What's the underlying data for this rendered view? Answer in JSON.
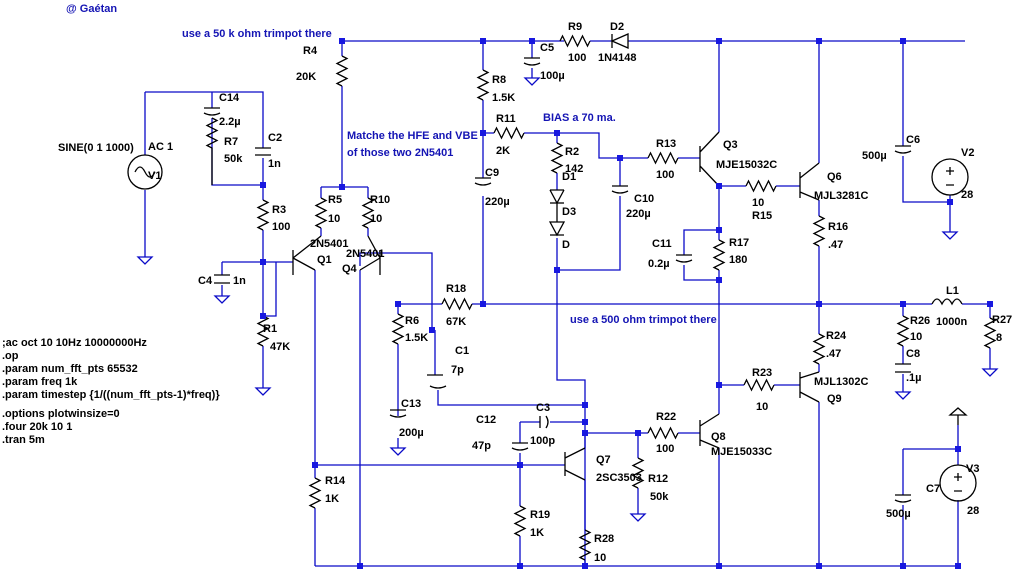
{
  "author": "@ Gaétan",
  "notes": {
    "r4_note": "use a 50 k ohm trimpot there",
    "match_line1": "Matche the HFE and  VBE",
    "match_line2": "of those two 2N5401",
    "bias_note": "BIAS a 70 ma.",
    "r18_note": "use a  500 ohm trimpot there"
  },
  "spice_directives": [
    ";ac oct 10 10Hz 10000000Hz",
    ".op",
    ".param num_fft_pts 65532",
    ".param freq 1k",
    ".param timestep {1/((num_fft_pts-1)*freq)}",
    ".options plotwinsize=0",
    ".four 20k 10 1",
    ".tran 5m"
  ],
  "sources": {
    "ac1": {
      "name": "AC 1",
      "ref": "V1",
      "value": "SINE(0 1 1000)"
    },
    "v2": {
      "ref": "V2",
      "value": "28"
    },
    "v3": {
      "ref": "V3",
      "value": "28"
    }
  },
  "resistors": [
    {
      "ref": "R1",
      "value": "47K"
    },
    {
      "ref": "R2",
      "value": "142"
    },
    {
      "ref": "R3",
      "value": "100"
    },
    {
      "ref": "R4",
      "value": "20K"
    },
    {
      "ref": "R5",
      "value": "10"
    },
    {
      "ref": "R6",
      "value": "1.5K"
    },
    {
      "ref": "R7",
      "value": "50k"
    },
    {
      "ref": "R8",
      "value": "1.5K"
    },
    {
      "ref": "R9",
      "value": "100"
    },
    {
      "ref": "R10",
      "value": "10"
    },
    {
      "ref": "R11",
      "value": "2K"
    },
    {
      "ref": "R12",
      "value": "50k"
    },
    {
      "ref": "R13",
      "value": "100"
    },
    {
      "ref": "R14",
      "value": "1K"
    },
    {
      "ref": "R15",
      "value": "10"
    },
    {
      "ref": "R16",
      "value": ".47"
    },
    {
      "ref": "R17",
      "value": "180"
    },
    {
      "ref": "R18",
      "value": "67K"
    },
    {
      "ref": "R19",
      "value": "1K"
    },
    {
      "ref": "R22",
      "value": "100"
    },
    {
      "ref": "R23",
      "value": "10"
    },
    {
      "ref": "R24",
      "value": ".47"
    },
    {
      "ref": "R26",
      "value": "10"
    },
    {
      "ref": "R27",
      "value": "8"
    },
    {
      "ref": "R28",
      "value": "10"
    }
  ],
  "capacitors": [
    {
      "ref": "C1",
      "value": "7p"
    },
    {
      "ref": "C2",
      "value": "1n"
    },
    {
      "ref": "C3",
      "value": "100p"
    },
    {
      "ref": "C4",
      "value": "1n"
    },
    {
      "ref": "C5",
      "value": "100µ"
    },
    {
      "ref": "C6",
      "value": "500µ"
    },
    {
      "ref": "C7",
      "value": "500µ"
    },
    {
      "ref": "C8",
      "value": ".1µ"
    },
    {
      "ref": "C9",
      "value": "220µ"
    },
    {
      "ref": "C10",
      "value": "220µ"
    },
    {
      "ref": "C11",
      "value": "0.2µ"
    },
    {
      "ref": "C12",
      "value": "47p"
    },
    {
      "ref": "C13",
      "value": "200µ"
    },
    {
      "ref": "C14",
      "value": "2.2µ"
    }
  ],
  "inductors": [
    {
      "ref": "L1",
      "value": "1000n"
    }
  ],
  "diodes": [
    {
      "ref": "D1",
      "value": ""
    },
    {
      "ref": "D2",
      "value": "1N4148"
    },
    {
      "ref": "D3",
      "value": ""
    },
    {
      "ref": "D",
      "value": ""
    }
  ],
  "transistors": [
    {
      "ref": "Q1",
      "model": "2N5401"
    },
    {
      "ref": "Q3",
      "model": "MJE15032C"
    },
    {
      "ref": "Q4",
      "model": "2N5401"
    },
    {
      "ref": "Q6",
      "model": "MJL3281C"
    },
    {
      "ref": "Q7",
      "model": "2SC3503"
    },
    {
      "ref": "Q8",
      "model": "MJE15033C"
    },
    {
      "ref": "Q9",
      "model": "MJL1302C"
    }
  ]
}
